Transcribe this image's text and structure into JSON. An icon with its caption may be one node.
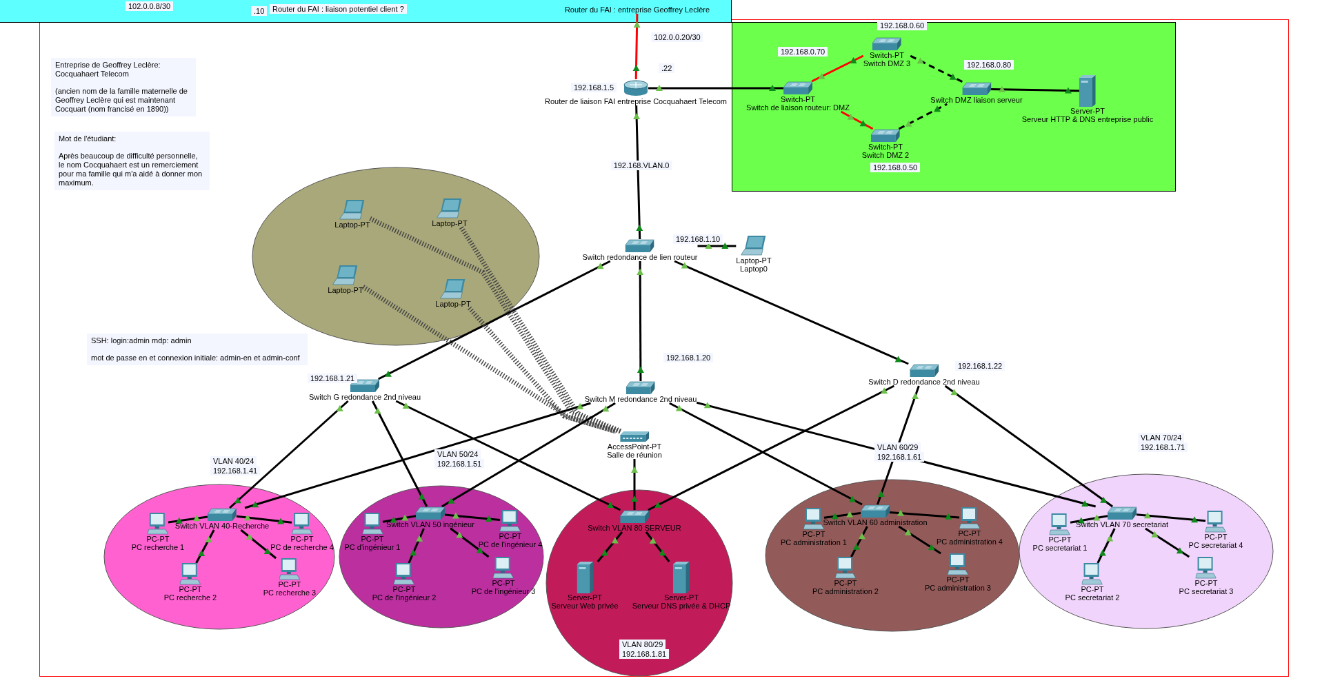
{
  "diagram": {
    "nodes": [
      {
        "text": [
          "Router du FAI : entreprise Geoffrey Leclère"
        ]
      },
      {
        "text": [
          "Router de liaison FAI entreprise Cocquahaert Telecom"
        ],
        "beside": [
          "192.168.1.5",
          ".22"
        ]
      },
      {
        "text": [],
        "shape": "box"
      },
      {
        "text": [
          "Switch-PT",
          "Switch DMZ 3"
        ],
        "in": 2,
        "beside": [
          "192.168.0.60"
        ]
      },
      {
        "text": [
          "Switch-PT",
          "Switch de liaison routeur: DMZ"
        ],
        "in": 2,
        "beside": [
          "192.168.0.70"
        ]
      },
      {
        "text": [
          "Switch DMZ liaison serveur"
        ],
        "in": 2,
        "beside": [
          "192.168.0.80"
        ]
      },
      {
        "text": [
          "Server-PT",
          "Serveur HTTP & DNS entreprise public"
        ],
        "in": 2
      },
      {
        "text": [
          "Switch-PT",
          "Switch DMZ 2"
        ],
        "in": 2,
        "beside": [
          "192.168.0.50"
        ]
      },
      {
        "text": [],
        "shape": "ellipse"
      },
      {
        "text": [
          "Laptop-PT"
        ],
        "in": 8
      },
      {
        "text": [
          "Laptop-PT"
        ],
        "in": 8
      },
      {
        "text": [
          "Laptop-PT"
        ],
        "in": 8
      },
      {
        "text": [
          "Laptop-PT"
        ],
        "in": 8
      },
      {
        "text": [
          "Switch redondance de lien routeur"
        ],
        "beside": [
          "192.168.1.10"
        ]
      },
      {
        "text": [
          "Laptop-PT",
          "Laptop0"
        ]
      },
      {
        "text": [
          "Switch G redondance 2nd niveau"
        ],
        "beside": [
          "192.168.1.21"
        ]
      },
      {
        "text": [
          "Switch M redondance 2nd niveau"
        ],
        "beside": [
          "192.168.1.20"
        ]
      },
      {
        "text": [
          "Switch D redondance 2nd niveau"
        ],
        "beside": [
          "192.168.1.22"
        ]
      },
      {
        "text": [
          "AccessPoint-PT",
          "Salle de réunion"
        ]
      },
      {
        "text": [],
        "shape": "ellipse",
        "beside": [
          "VLAN 40/24",
          "192.168.1.41"
        ]
      },
      {
        "text": [
          "Switch VLAN 40-Recherche"
        ],
        "in": 19
      },
      {
        "text": [
          "PC-PT",
          "PC recherche 1"
        ],
        "in": 19
      },
      {
        "text": [
          "PC-PT",
          "PC de recherche 4"
        ],
        "in": 19
      },
      {
        "text": [
          "PC-PT",
          "PC recherche 2"
        ],
        "in": 19
      },
      {
        "text": [
          "PC-PT",
          "PC recherche 3"
        ],
        "in": 19
      },
      {
        "text": [],
        "shape": "ellipse",
        "beside": [
          "VLAN 50/24",
          "192.168.1.51"
        ]
      },
      {
        "text": [
          "Switch VLAN 50 ingénieur"
        ],
        "in": 25
      },
      {
        "text": [
          "PC-PT",
          "PC d'ingénieur 1"
        ],
        "in": 25
      },
      {
        "text": [
          "PC-PT",
          "PC de l'ingénieur 4"
        ],
        "in": 25
      },
      {
        "text": [
          "PC-PT",
          "PC de l'ingénieur 2"
        ],
        "in": 25
      },
      {
        "text": [
          "PC-PT",
          "PC de l'ingénieur 3"
        ],
        "in": 25
      },
      {
        "text": [],
        "shape": "ellipse",
        "beside": [
          "VLAN 80/29",
          "192.168.1.81"
        ]
      },
      {
        "text": [
          "Switch VLAN 80 SERVEUR"
        ],
        "in": 31
      },
      {
        "text": [
          "Server-PT",
          "Serveur Web privée"
        ],
        "in": 31
      },
      {
        "text": [
          "Server-PT",
          "Serveur DNS privée & DHCP"
        ],
        "in": 31
      },
      {
        "text": [],
        "shape": "ellipse",
        "beside": [
          "VLAN 60/29",
          "192.168.1.61"
        ]
      },
      {
        "text": [
          "Switch VLAN 60 administration"
        ],
        "in": 35
      },
      {
        "text": [
          "PC-PT",
          "PC administration 1"
        ],
        "in": 35
      },
      {
        "text": [
          "PC-PT",
          "PC administration 4"
        ],
        "in": 35
      },
      {
        "text": [
          "PC-PT",
          "PC administration 2"
        ],
        "in": 35
      },
      {
        "text": [
          "PC-PT",
          "PC administration 3"
        ],
        "in": 35
      },
      {
        "text": [],
        "shape": "ellipse",
        "beside": [
          "VLAN 70/24",
          "192.168.1.71"
        ]
      },
      {
        "text": [
          "Switch VLAN 70 secretariat"
        ],
        "in": 41
      },
      {
        "text": [
          "PC-PT",
          "PC secretariat 1"
        ],
        "in": 41
      },
      {
        "text": [
          "PC-PT",
          "PC secretariat 4"
        ],
        "in": 41
      },
      {
        "text": [
          "PC-PT",
          "PC secretariat 2"
        ],
        "in": 41
      },
      {
        "text": [
          "PC-PT",
          "PC secretariat 3"
        ],
        "in": 41
      }
    ],
    "edges": [
      {
        "from": 0,
        "to": 1,
        "arrow": "none",
        "color": "#ff0000",
        "label": "102.0.0.20/30"
      },
      {
        "from": 1,
        "to": 4,
        "arrow": "none"
      },
      {
        "from": 4,
        "to": 3,
        "arrow": "none",
        "color": "#ff0000"
      },
      {
        "from": 4,
        "to": 7,
        "arrow": "none",
        "color": "#ff0000"
      },
      {
        "from": 3,
        "to": 5,
        "arrow": "none",
        "style": "dashed"
      },
      {
        "from": 7,
        "to": 5,
        "arrow": "none",
        "style": "dashed"
      },
      {
        "from": 5,
        "to": 6,
        "arrow": "none"
      },
      {
        "from": 1,
        "to": 13,
        "arrow": "none",
        "label": "192.168.VLAN.0"
      },
      {
        "from": 13,
        "to": 14,
        "arrow": "none"
      },
      {
        "from": 13,
        "to": 15,
        "arrow": "none"
      },
      {
        "from": 13,
        "to": 16,
        "arrow": "none"
      },
      {
        "from": 13,
        "to": 17,
        "arrow": "none"
      },
      {
        "from": 9,
        "to": 18,
        "arrow": "none",
        "style": "dashed"
      },
      {
        "from": 10,
        "to": 18,
        "arrow": "none",
        "style": "dashed"
      },
      {
        "from": 11,
        "to": 18,
        "arrow": "none",
        "style": "dashed"
      },
      {
        "from": 12,
        "to": 18,
        "arrow": "none",
        "style": "dashed"
      },
      {
        "from": 15,
        "to": 20,
        "arrow": "none"
      },
      {
        "from": 15,
        "to": 26,
        "arrow": "none"
      },
      {
        "from": 15,
        "to": 32,
        "arrow": "none"
      },
      {
        "from": 16,
        "to": 20,
        "arrow": "none"
      },
      {
        "from": 16,
        "to": 26,
        "arrow": "none"
      },
      {
        "from": 16,
        "to": 36,
        "arrow": "none"
      },
      {
        "from": 16,
        "to": 42,
        "arrow": "none"
      },
      {
        "from": 17,
        "to": 32,
        "arrow": "none"
      },
      {
        "from": 17,
        "to": 36,
        "arrow": "none"
      },
      {
        "from": 17,
        "to": 42,
        "arrow": "none"
      },
      {
        "from": 18,
        "to": 32,
        "arrow": "none"
      },
      {
        "from": 20,
        "to": 21,
        "arrow": "none"
      },
      {
        "from": 20,
        "to": 22,
        "arrow": "none"
      },
      {
        "from": 20,
        "to": 23,
        "arrow": "none"
      },
      {
        "from": 20,
        "to": 24,
        "arrow": "none"
      },
      {
        "from": 26,
        "to": 27,
        "arrow": "none"
      },
      {
        "from": 26,
        "to": 28,
        "arrow": "none"
      },
      {
        "from": 26,
        "to": 29,
        "arrow": "none"
      },
      {
        "from": 26,
        "to": 30,
        "arrow": "none"
      },
      {
        "from": 32,
        "to": 33,
        "arrow": "none"
      },
      {
        "from": 32,
        "to": 34,
        "arrow": "none"
      },
      {
        "from": 36,
        "to": 37,
        "arrow": "none"
      },
      {
        "from": 36,
        "to": 38,
        "arrow": "none"
      },
      {
        "from": 36,
        "to": 39,
        "arrow": "none"
      },
      {
        "from": 36,
        "to": 40,
        "arrow": "none"
      },
      {
        "from": 42,
        "to": 43,
        "arrow": "none"
      },
      {
        "from": 42,
        "to": 44,
        "arrow": "none"
      },
      {
        "from": 42,
        "to": 45,
        "arrow": "none"
      },
      {
        "from": 42,
        "to": 46,
        "arrow": "none"
      }
    ],
    "labels": [
      "102.0.0.8/30",
      ".10",
      "Router du FAI : liaison potentiel client ?",
      "Entreprise de Geoffrey Leclère: Cocquahaert Telecom",
      "(ancien nom de la famille maternelle de Geoffrey Leclère qui est maintenant Cocquart (nom francisé en 1890))",
      "Mot de l'étudiant:",
      "Après beaucoup de difficulté personnelle, le nom Cocquahaert est un remerciement pour ma famille qui m'a aidé à donner mon maximum.",
      "SSH: login:admin mdp: admin",
      "mot de passe en et connexion initiale: admin-en et admin-conf"
    ]
  }
}
